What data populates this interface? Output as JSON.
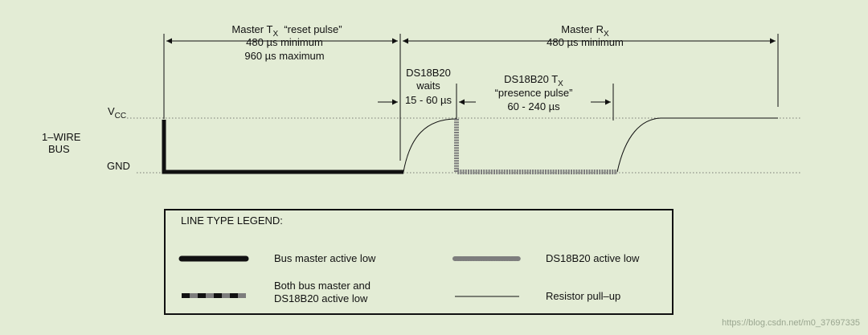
{
  "signal": {
    "name_line1": "1–WIRE",
    "name_line2": "BUS",
    "vcc_base": "V",
    "vcc_sub": "CC",
    "gnd": "GND"
  },
  "intervals": {
    "master_tx": {
      "title_base": "Master T",
      "title_sub": "X",
      "title_suffix": "  “reset pulse”",
      "line2": "480 µs minimum",
      "line3": "960 µs maximum"
    },
    "master_rx": {
      "title_base": "Master R",
      "title_sub": "X",
      "line2": "480 µs minimum"
    },
    "ds_wait": {
      "line1": "DS18B20",
      "line2": "waits",
      "line3": "15 - 60 µs"
    },
    "ds_tx": {
      "title_base": "DS18B20 T",
      "title_sub": "X",
      "line2": "“presence pulse”",
      "line3": "60 - 240 µs"
    }
  },
  "legend": {
    "title": "LINE TYPE LEGEND:",
    "items": [
      {
        "label": "Bus master active low"
      },
      {
        "label": "DS18B20 active low"
      },
      {
        "label_line1": "Both bus master and",
        "label_line2": "DS18B20 active low"
      },
      {
        "label": "Resistor pull–up"
      }
    ]
  },
  "watermark": "https://blog.csdn.net/m0_37697335",
  "colors": {
    "background": "#e3ecd5",
    "ink": "#111111",
    "ds18b20_line": "#7d7d7d"
  }
}
